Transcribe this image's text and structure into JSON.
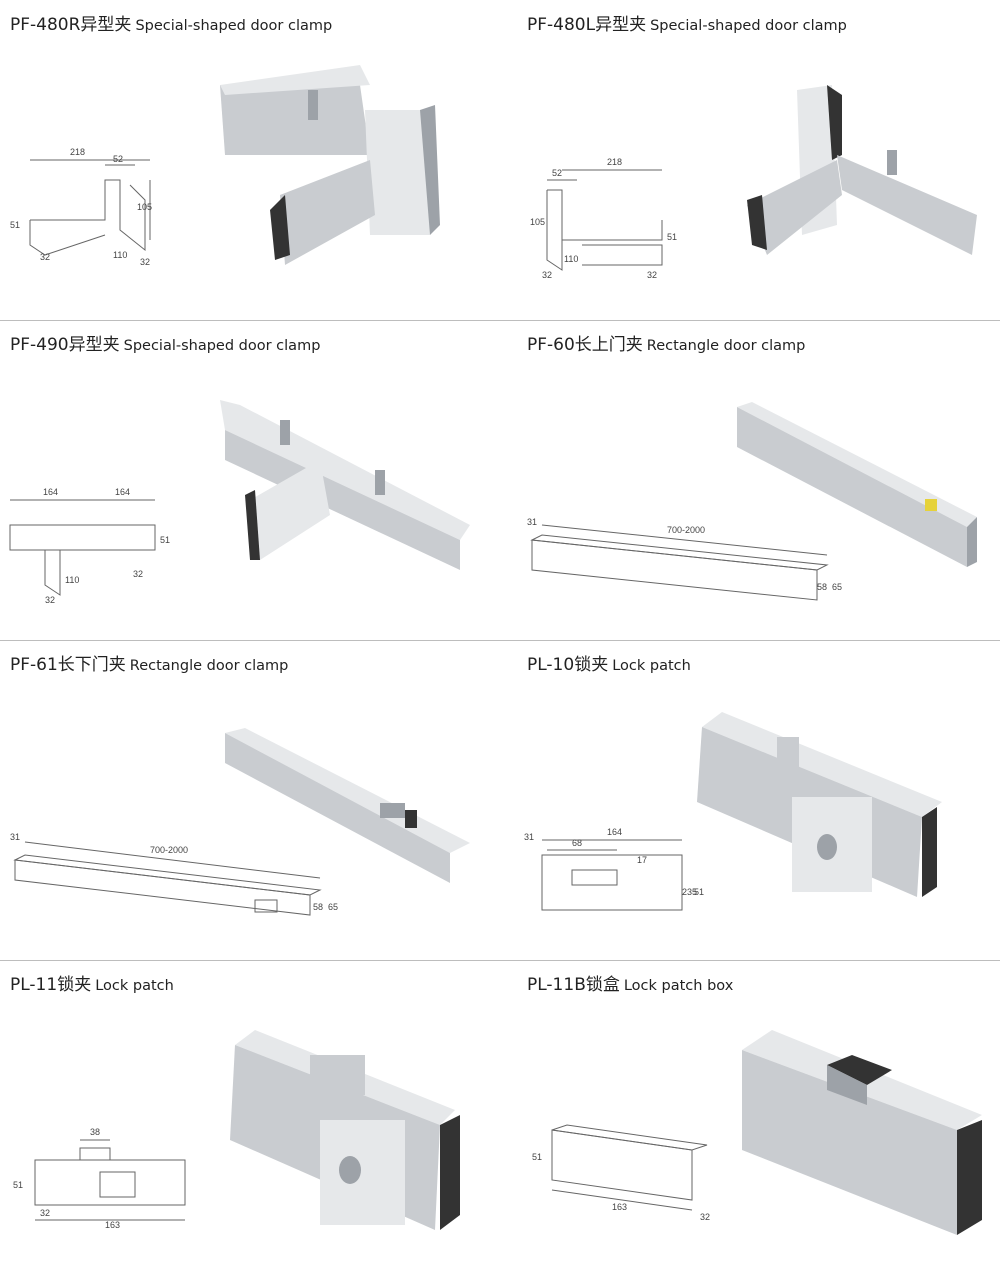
{
  "products": [
    {
      "code": "PF-480R异型夹",
      "name": "Special-shaped door clamp",
      "dims": [
        "218",
        "52",
        "105",
        "51",
        "110",
        "32",
        "32"
      ]
    },
    {
      "code": "PF-480L异型夹",
      "name": "Special-shaped door clamp",
      "dims": [
        "218",
        "52",
        "105",
        "51",
        "110",
        "32",
        "32"
      ]
    },
    {
      "code": "PF-490异型夹",
      "name": "Special-shaped door clamp",
      "dims": [
        "164",
        "164",
        "51",
        "32",
        "110",
        "32"
      ]
    },
    {
      "code": "PF-60长上门夹",
      "name": "Rectangle door clamp",
      "dims": [
        "31",
        "700-2000",
        "58",
        "65"
      ]
    },
    {
      "code": "PF-61长下门夹",
      "name": "Rectangle door clamp",
      "dims": [
        "31",
        "700-2000",
        "58",
        "65"
      ]
    },
    {
      "code": "PL-10锁夹",
      "name": "Lock patch",
      "dims": [
        "31",
        "164",
        "68",
        "17",
        "235",
        "51"
      ]
    },
    {
      "code": "PL-11锁夹",
      "name": "Lock patch",
      "dims": [
        "38",
        "51",
        "32",
        "163"
      ]
    },
    {
      "code": "PL-11B锁盒",
      "name": "Lock patch box",
      "dims": [
        "51",
        "163",
        "32"
      ]
    }
  ]
}
